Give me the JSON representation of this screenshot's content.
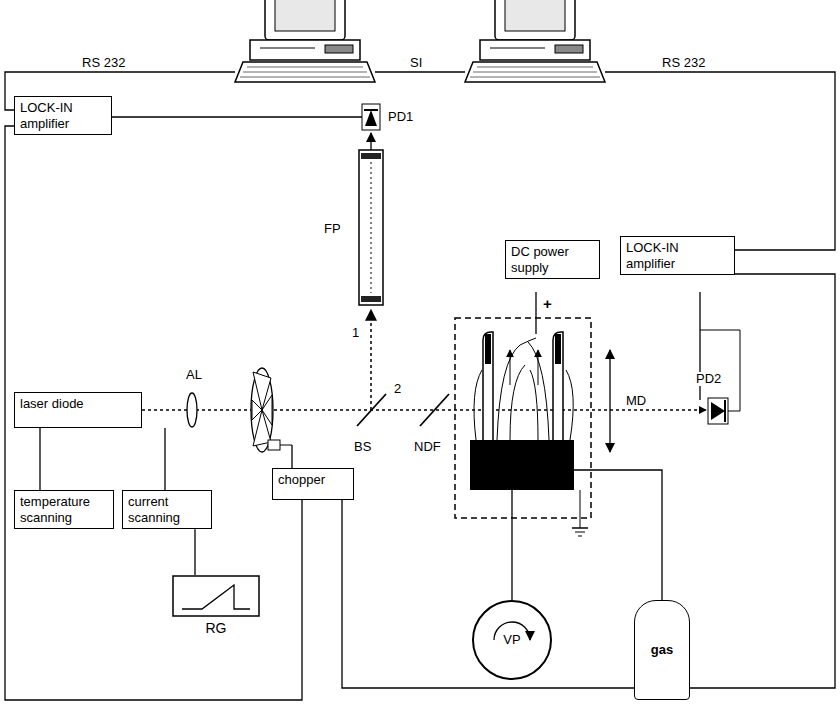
{
  "diagram": {
    "nodes": [
      {
        "text": [
          "LOCK-IN amplifier"
        ]
      },
      {
        "text": [
          "laser diode"
        ]
      },
      {
        "text": [
          "temperature scanning"
        ]
      },
      {
        "text": [
          "current scanning"
        ]
      },
      {
        "text": [
          "chopper"
        ]
      },
      {
        "text": [
          "DC power supply"
        ]
      },
      {
        "text": [
          "LOCK-IN amplifier"
        ]
      },
      {
        "text": [
          "gas"
        ]
      },
      {
        "text": [
          "RG"
        ]
      },
      {
        "text": [
          "VP"
        ]
      }
    ],
    "edges": [
      {
        "from": 1,
        "to": 2,
        "arrow": "none"
      },
      {
        "from": 1,
        "to": 3,
        "arrow": "none"
      },
      {
        "from": 3,
        "to": 8,
        "arrow": "none"
      },
      {
        "from": 4,
        "to": 0,
        "arrow": "none"
      },
      {
        "from": 4,
        "to": 6,
        "arrow": "none"
      }
    ],
    "labels": [
      "RS 232",
      "SI",
      "RS 232",
      "PD1",
      "FP",
      "1",
      "2",
      "AL",
      "BS",
      "NDF",
      "MD",
      "PD2",
      "+"
    ]
  }
}
